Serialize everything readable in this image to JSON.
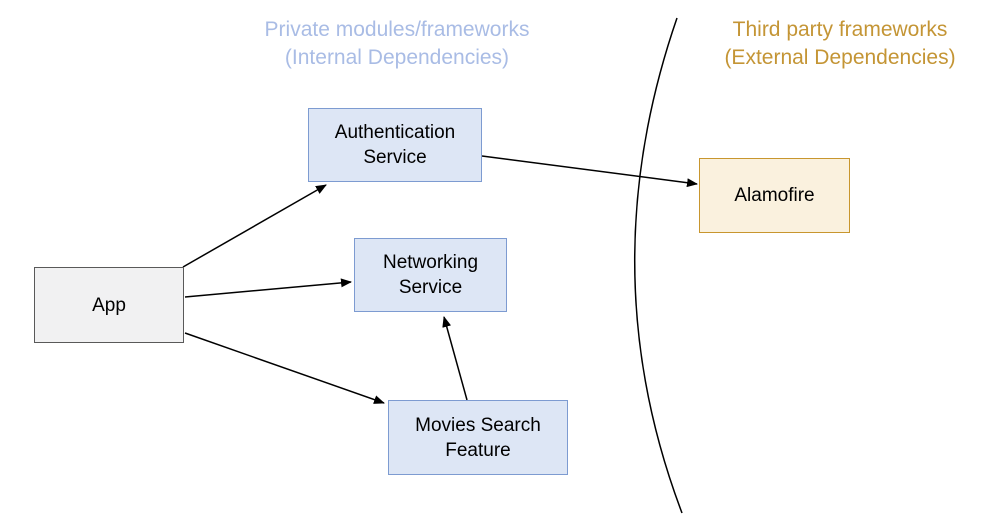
{
  "diagram": {
    "headings": {
      "internal": {
        "text": "Private modules/frameworks\n(Internal Dependencies)",
        "color": "#a9bce5"
      },
      "external": {
        "text": "Third party frameworks\n(External Dependencies)",
        "color": "#c49535"
      }
    },
    "nodes": {
      "app": {
        "label": "App",
        "fill": "#f1f1f2",
        "border": "#595959",
        "text_color": "#000000"
      },
      "authentication_service": {
        "label": "Authentication\nService",
        "fill": "#dde6f5",
        "border": "#7d9bd1",
        "text_color": "#000000"
      },
      "networking_service": {
        "label": "Networking\nService",
        "fill": "#dde6f5",
        "border": "#7d9bd1",
        "text_color": "#000000"
      },
      "movies_search_feature": {
        "label": "Movies Search\nFeature",
        "fill": "#dde6f5",
        "border": "#7d9bd1",
        "text_color": "#000000"
      },
      "alamofire": {
        "label": "Alamofire",
        "fill": "#faf1de",
        "border": "#c8962e",
        "text_color": "#000000"
      }
    },
    "edges": [
      {
        "from": "App",
        "to": "Authentication Service"
      },
      {
        "from": "App",
        "to": "Networking Service"
      },
      {
        "from": "App",
        "to": "Movies Search Feature"
      },
      {
        "from": "Movies Search Feature",
        "to": "Networking Service"
      },
      {
        "from": "Authentication Service",
        "to": "Alamofire"
      }
    ],
    "divider": {
      "description": "curved boundary between internal and external dependencies",
      "color": "#000000"
    },
    "edge_color": "#000000"
  }
}
